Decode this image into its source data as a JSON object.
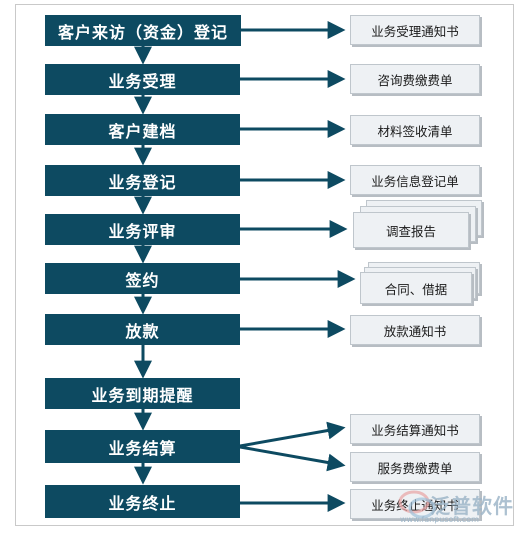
{
  "steps": [
    "客户来访（资金）登记",
    "业务受理",
    "客户建档",
    "业务登记",
    "业务评审",
    "签约",
    "放款",
    "业务到期提醒",
    "业务结算",
    "业务终止"
  ],
  "docs": [
    "业务受理通知书",
    "咨询费缴费单",
    "材料签收清单",
    "业务信息登记单",
    "调查报告",
    "合同、借据",
    "放款通知书",
    "业务结算通知书",
    "服务费缴费单",
    "业务终止通知书"
  ],
  "watermark": {
    "brand": "泛普软件",
    "url": "www.fanpusoft.com"
  },
  "colors": {
    "step_fill": "#0d4a61",
    "connector": "#0d4a61",
    "doc_fill": "#eef1f4"
  }
}
